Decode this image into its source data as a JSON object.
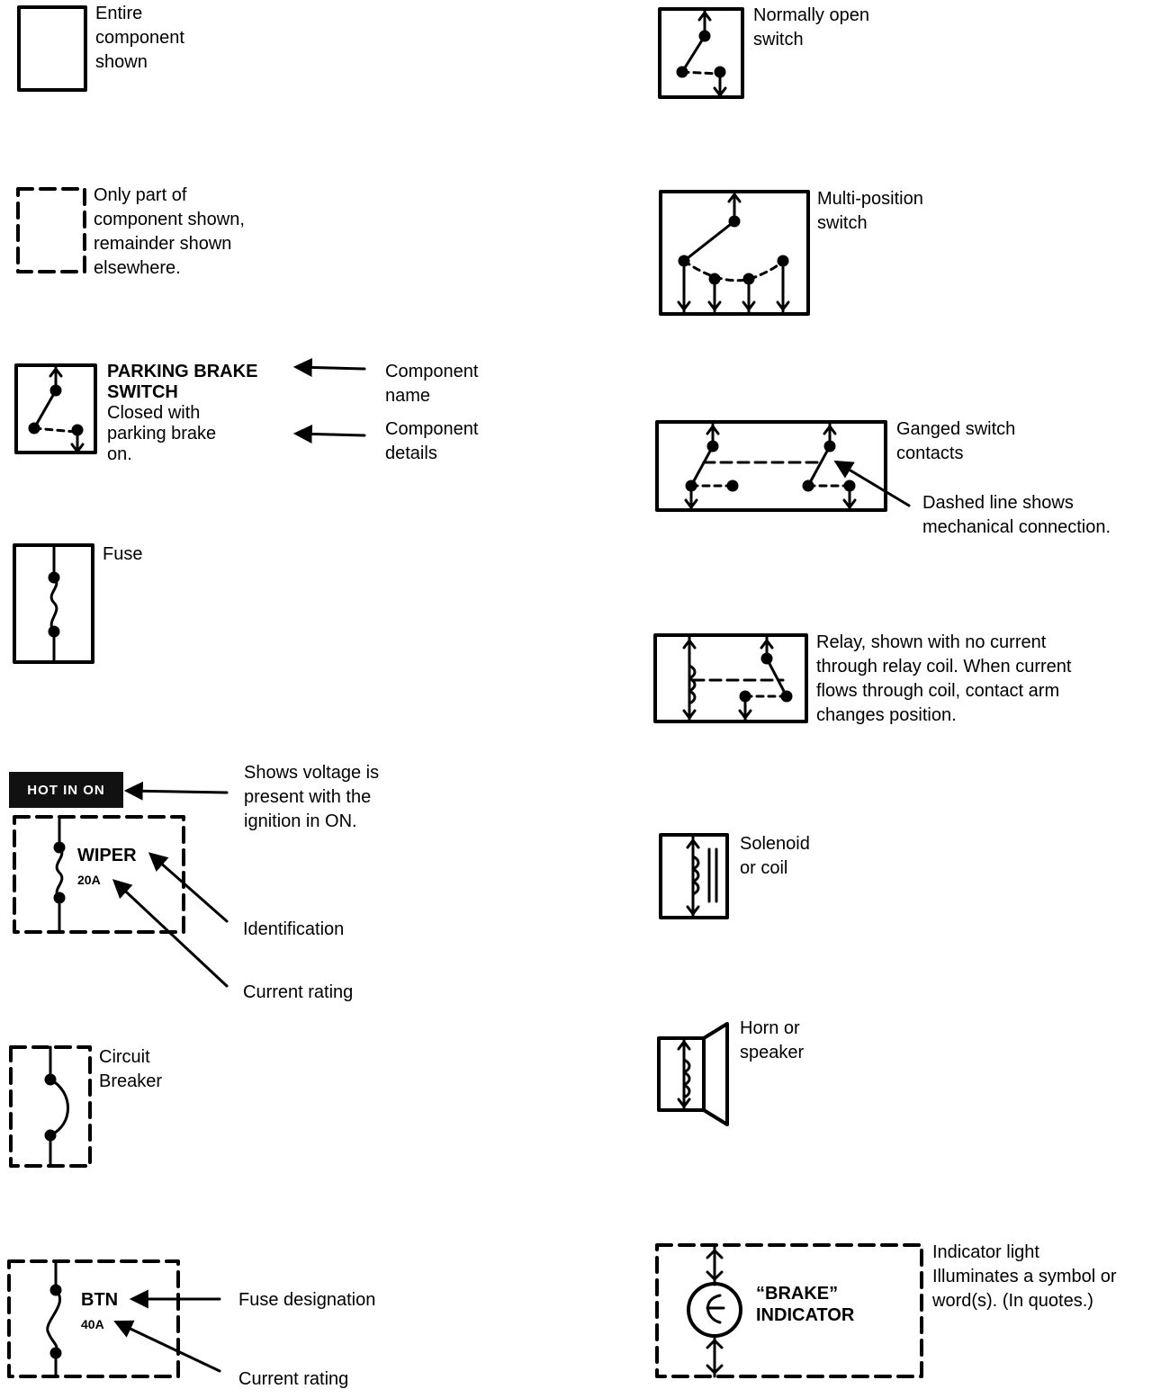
{
  "labels": {
    "entire_component": [
      "Entire",
      "component",
      "shown"
    ],
    "partial_component": [
      "Only part of",
      "component shown,",
      "remainder shown",
      "elsewhere."
    ],
    "parking_brake_name": [
      "PARKING BRAKE",
      "SWITCH"
    ],
    "parking_brake_details": [
      "Closed with",
      "parking brake",
      "on."
    ],
    "component_name": [
      "Component",
      "name"
    ],
    "component_details": [
      "Component",
      "details"
    ],
    "fuse": "Fuse",
    "hot_in_on_badge": "HOT IN ON",
    "hot_in_on_desc": [
      "Shows voltage is",
      "present with the",
      "ignition in ON."
    ],
    "wiper_id": "WIPER",
    "wiper_rating": "20A",
    "identification": "Identification",
    "current_rating_1": "Current rating",
    "circuit_breaker": [
      "Circuit",
      "Breaker"
    ],
    "btn_id": "BTN",
    "btn_rating": "40A",
    "fuse_designation": "Fuse designation",
    "current_rating_2": "Current rating",
    "normally_open": [
      "Normally open",
      "switch"
    ],
    "multi_position": [
      "Multi-position",
      "switch"
    ],
    "ganged": [
      "Ganged switch",
      "contacts"
    ],
    "dashed_line": [
      "Dashed line shows",
      "mechanical connection."
    ],
    "relay": [
      "Relay, shown with no current",
      "through relay coil. When current",
      "flows through coil, contact arm",
      "changes position."
    ],
    "solenoid": [
      "Solenoid",
      "or coil"
    ],
    "horn": [
      "Horn or",
      "speaker"
    ],
    "brake_indicator_name": [
      "“BRAKE”",
      "INDICATOR"
    ],
    "indicator_light": [
      "Indicator light",
      "Illuminates a symbol or",
      "word(s). (In quotes.)"
    ]
  }
}
